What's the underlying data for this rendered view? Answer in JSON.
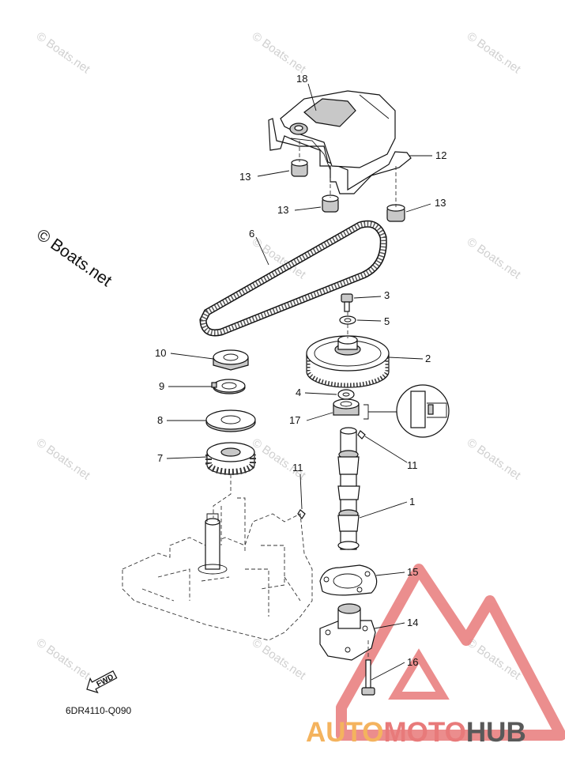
{
  "copyright_main": "© Boats.net",
  "watermark_text": "© Boats.net",
  "diagram_code": "6DR4110-Q090",
  "fwd_label": "FWD",
  "brand": {
    "part1": "AUTO",
    "part2": "MOTO",
    "part3": "HUB",
    "color_orange": "#f4b35e",
    "color_red": "#e87a7a",
    "color_dark": "#595959"
  },
  "callouts": [
    {
      "id": "c18",
      "label": "18"
    },
    {
      "id": "c12",
      "label": "12"
    },
    {
      "id": "c13a",
      "label": "13"
    },
    {
      "id": "c13b",
      "label": "13"
    },
    {
      "id": "c13c",
      "label": "13"
    },
    {
      "id": "c6",
      "label": "6"
    },
    {
      "id": "c3",
      "label": "3"
    },
    {
      "id": "c5",
      "label": "5"
    },
    {
      "id": "c10",
      "label": "10"
    },
    {
      "id": "c2",
      "label": "2"
    },
    {
      "id": "c9",
      "label": "9"
    },
    {
      "id": "c4",
      "label": "4"
    },
    {
      "id": "c8",
      "label": "8"
    },
    {
      "id": "c17",
      "label": "17"
    },
    {
      "id": "c7",
      "label": "7"
    },
    {
      "id": "c11a",
      "label": "11"
    },
    {
      "id": "c11b",
      "label": "11"
    },
    {
      "id": "c1",
      "label": "1"
    },
    {
      "id": "c15",
      "label": "15"
    },
    {
      "id": "c14",
      "label": "14"
    },
    {
      "id": "c16",
      "label": "16"
    }
  ]
}
